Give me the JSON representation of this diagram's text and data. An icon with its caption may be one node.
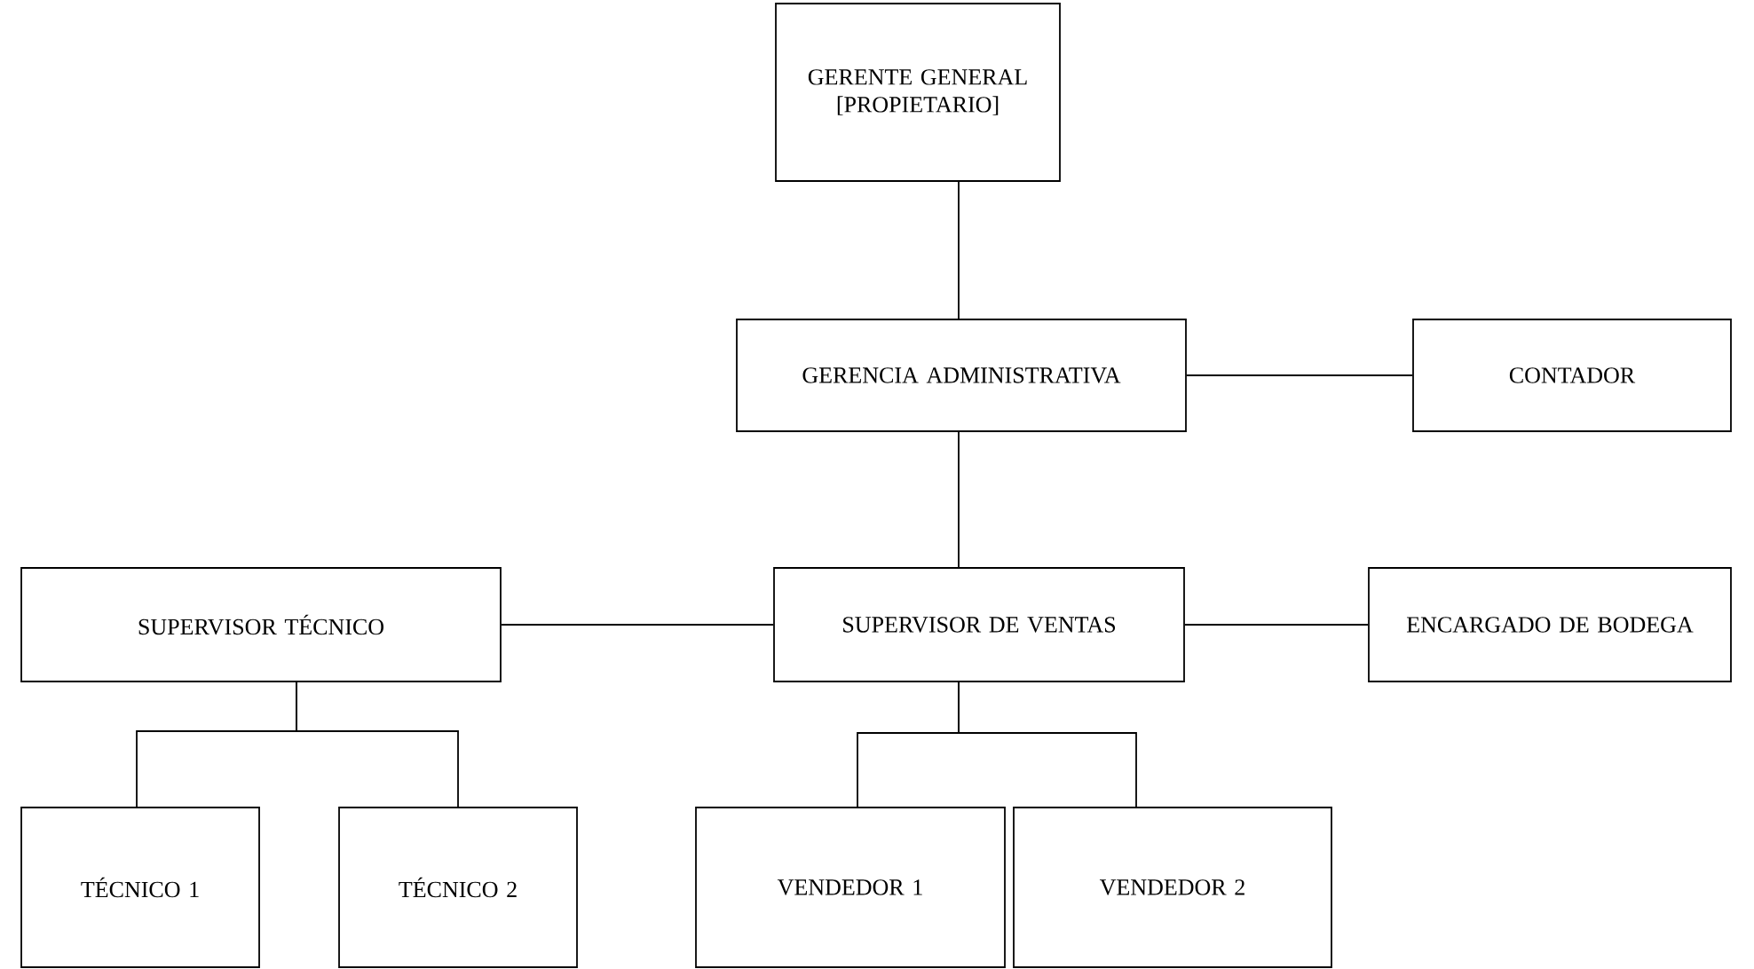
{
  "diagram": {
    "nodes": [
      {
        "text": [
          "GERENTE GENERAL [PROPIETARIO]"
        ]
      },
      {
        "text": [
          "GERENCIA ADMINISTRATIVA"
        ]
      },
      {
        "text": [
          "CONTADOR"
        ]
      },
      {
        "text": [
          "SUPERVISOR TÉCNICO"
        ]
      },
      {
        "text": [
          "SUPERVISOR DE VENTAS"
        ]
      },
      {
        "text": [
          "ENCARGADO DE BODEGA"
        ]
      },
      {
        "text": [
          "TÉCNICO 1"
        ]
      },
      {
        "text": [
          "TÉCNICO 2"
        ]
      },
      {
        "text": [
          "VENDEDOR 1"
        ]
      },
      {
        "text": [
          "VENDEDOR 2"
        ]
      }
    ],
    "edges": [
      {
        "from": 0,
        "to": 1,
        "arrow": "none"
      },
      {
        "from": 1,
        "to": 2,
        "arrow": "none"
      },
      {
        "from": 1,
        "to": 4,
        "arrow": "none"
      },
      {
        "from": 3,
        "to": 4,
        "arrow": "none"
      },
      {
        "from": 4,
        "to": 5,
        "arrow": "none"
      },
      {
        "from": 3,
        "to": 6,
        "arrow": "none"
      },
      {
        "from": 3,
        "to": 7,
        "arrow": "none"
      },
      {
        "from": 4,
        "to": 8,
        "arrow": "none"
      },
      {
        "from": 4,
        "to": 9,
        "arrow": "none"
      }
    ]
  }
}
